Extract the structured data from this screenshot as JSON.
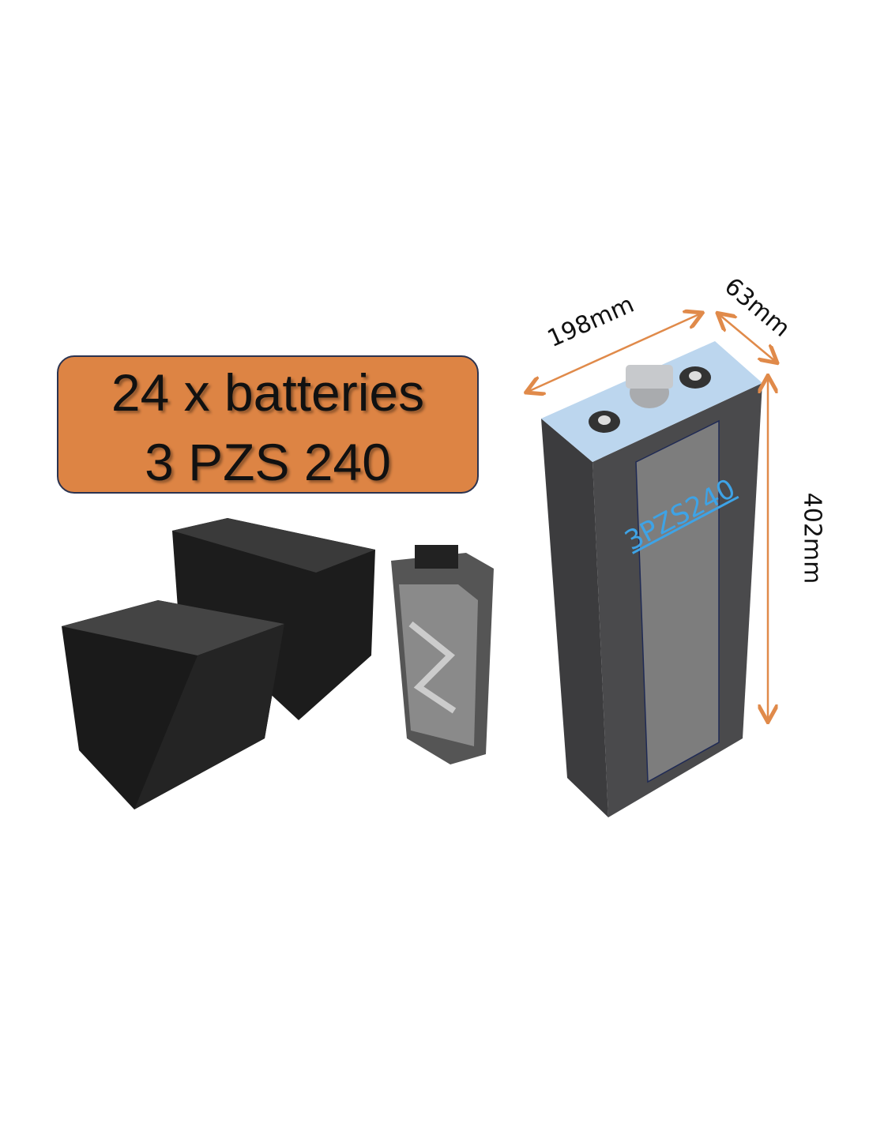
{
  "banner": {
    "line1": "24 x batteries",
    "line2": "3 PZS 240"
  },
  "dimensions": {
    "width": "198mm",
    "depth": "63mm",
    "height": "402mm"
  },
  "cell_label": "3PZS240",
  "colors": {
    "banner": "#dd8444",
    "arrow": "#e08a4a",
    "label": "#3ea3e6"
  }
}
